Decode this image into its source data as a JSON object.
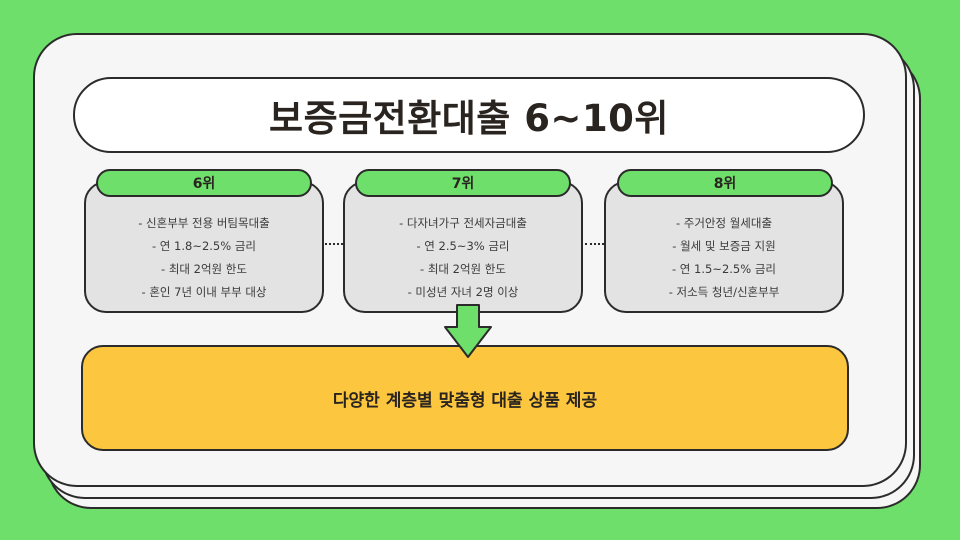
{
  "title": "보증금전환대출 6~10위",
  "ranks": [
    {
      "label": "6위",
      "items": [
        "- 신혼부부 전용 버팀목대출",
        "- 연 1.8~2.5% 금리",
        "- 최대 2억원 한도",
        "- 혼인 7년 이내 부부 대상"
      ]
    },
    {
      "label": "7위",
      "items": [
        "- 다자녀가구 전세자금대출",
        "- 연 2.5~3% 금리",
        "- 최대 2억원 한도",
        "- 미성년 자녀 2명 이상"
      ]
    },
    {
      "label": "8위",
      "items": [
        "- 주거안정 월세대출",
        "- 월세 및 보증금 지원",
        "- 연 1.5~2.5% 금리",
        "- 저소득 청년/신혼부부"
      ]
    }
  ],
  "summary": "다양한 계층별 맞춤형 대출 상품 제공",
  "colors": {
    "background": "#6ddf6a",
    "card": "#f6f6f6",
    "tag": "#6ddf6a",
    "box": "#e3e3e3",
    "summary": "#fcc63f",
    "outline": "#2b2b2b"
  },
  "icons": {
    "arrow": "down-arrow-icon"
  }
}
